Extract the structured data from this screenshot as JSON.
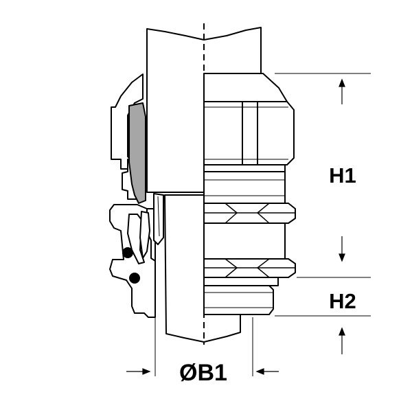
{
  "dimensions": {
    "h1": "H1",
    "h2": "H2",
    "b1": "ØB1"
  },
  "colors": {
    "line": "#000000",
    "fill": "#ffffff",
    "seal": "#a6a6a6"
  }
}
